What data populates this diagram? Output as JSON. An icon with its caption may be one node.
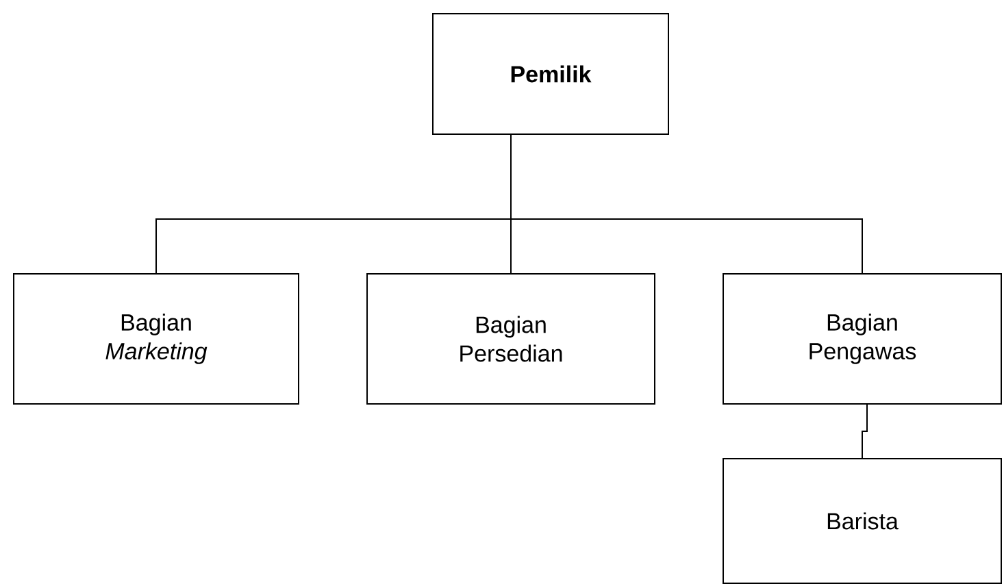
{
  "diagram": {
    "nodes": [
      {
        "text": [
          "Pemilik"
        ]
      },
      {
        "text": [
          "Bagian *Marketing*"
        ]
      },
      {
        "text": [
          "Bagian Persedian"
        ]
      },
      {
        "text": [
          "Bagian Pengawas"
        ]
      },
      {
        "text": [
          "Barista"
        ]
      }
    ],
    "edges": [
      {
        "from": 0,
        "to": 1,
        "arrow": "none"
      },
      {
        "from": 0,
        "to": 2,
        "arrow": "none"
      },
      {
        "from": 0,
        "to": 3,
        "arrow": "none"
      },
      {
        "from": 3,
        "to": 4,
        "arrow": "none"
      }
    ]
  }
}
